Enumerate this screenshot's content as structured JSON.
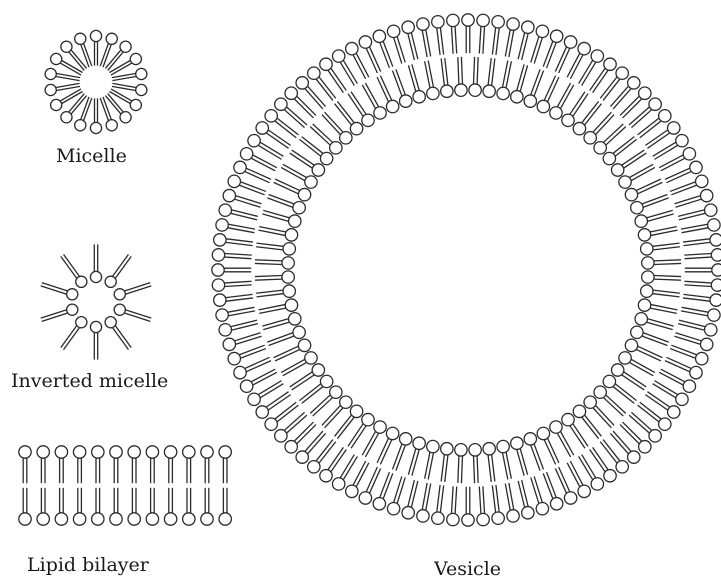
{
  "labels": {
    "micelle": "Micelle",
    "inverted_micelle": "Inverted micelle",
    "lipid_bilayer": "Lipid bilayer",
    "vesicle": "Vesicle"
  },
  "style": {
    "stroke": "#2b2b2b",
    "head_fill": "#ffffff",
    "background": "#ffffff"
  },
  "structures": {
    "micelle": {
      "lipid_count": 18
    },
    "inverted_micelle": {
      "lipid_count": 10
    },
    "lipid_bilayer": {
      "lipids_per_leaflet": 12
    },
    "vesicle": {
      "outer_lipid_count": 104,
      "inner_lipid_count": 80
    }
  }
}
